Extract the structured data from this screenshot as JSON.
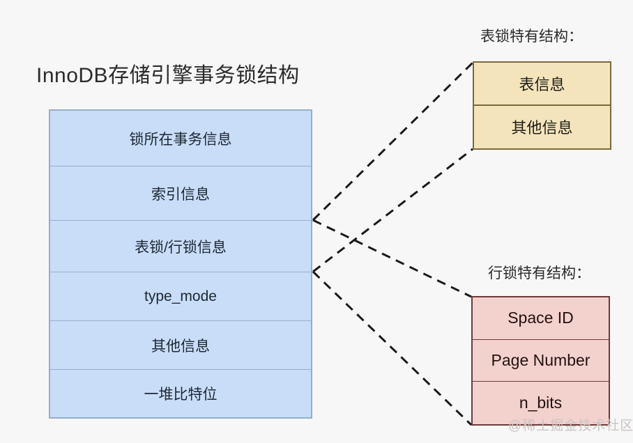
{
  "diagram": {
    "title": "InnoDB存储引擎事务锁结构",
    "background_color": "#f7f7f7"
  },
  "lock_struct": {
    "name": "lock-structure",
    "fill_color": "#c9ddf8",
    "border_color": "#93aecb",
    "rows": [
      {
        "label": "锁所在事务信息"
      },
      {
        "label": "索引信息"
      },
      {
        "label": "表锁/行锁信息"
      },
      {
        "label": "type_mode"
      },
      {
        "label": "其他信息"
      },
      {
        "label": "一堆比特位"
      }
    ]
  },
  "table_lock": {
    "caption": "表锁特有结构：",
    "fill_color": "#f4e4bc",
    "border_color": "#7a6a3a",
    "rows": [
      {
        "label": "表信息"
      },
      {
        "label": "其他信息"
      }
    ]
  },
  "row_lock": {
    "caption": "行锁特有结构：",
    "fill_color": "#f3d1cd",
    "border_color": "#6d3b38",
    "rows": [
      {
        "label": "Space ID"
      },
      {
        "label": "Page Number"
      },
      {
        "label": "n_bits"
      }
    ]
  },
  "watermark": {
    "text": "@稀土掘金技术社区"
  }
}
